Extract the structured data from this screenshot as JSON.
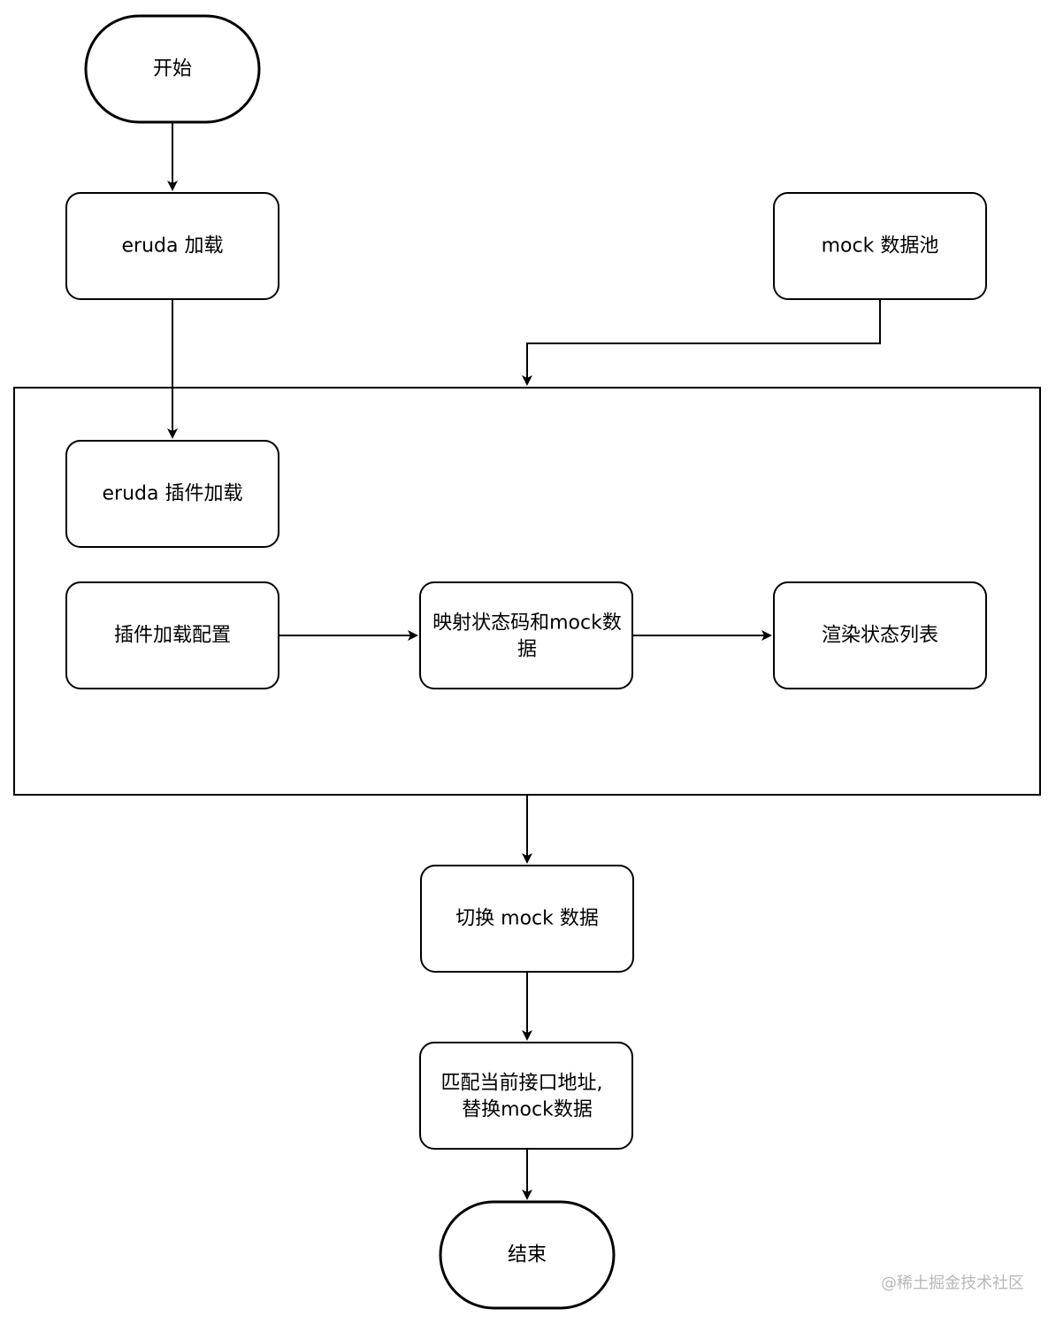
{
  "flowchart": {
    "nodes": {
      "start": {
        "lines": [
          "开始"
        ],
        "shape": "terminal"
      },
      "eruda_load": {
        "lines": [
          "eruda 加载"
        ],
        "shape": "process"
      },
      "mock_pool": {
        "lines": [
          "mock 数据池"
        ],
        "shape": "process"
      },
      "plugin_load": {
        "lines": [
          "eruda 插件加载"
        ],
        "shape": "process"
      },
      "plugin_config": {
        "lines": [
          "插件加载配置"
        ],
        "shape": "process"
      },
      "map_status": {
        "lines": [
          "映射状态码和mock数",
          "据"
        ],
        "shape": "process"
      },
      "render_list": {
        "lines": [
          "渲染状态列表"
        ],
        "shape": "process"
      },
      "switch_mock": {
        "lines": [
          "切换 mock 数据"
        ],
        "shape": "process"
      },
      "match_replace": {
        "lines": [
          "匹配当前接口地址,",
          "替换mock数据"
        ],
        "shape": "process"
      },
      "end": {
        "lines": [
          "结束"
        ],
        "shape": "terminal"
      }
    },
    "container": {
      "label": ""
    },
    "edges": [
      [
        "start",
        "eruda_load"
      ],
      [
        "eruda_load",
        "plugin_load"
      ],
      [
        "mock_pool",
        "container"
      ],
      [
        "plugin_config",
        "map_status"
      ],
      [
        "map_status",
        "render_list"
      ],
      [
        "container",
        "switch_mock"
      ],
      [
        "switch_mock",
        "match_replace"
      ],
      [
        "match_replace",
        "end"
      ]
    ],
    "colors": {
      "stroke": "#000000",
      "fill": "#ffffff",
      "watermark": "#b8b8b8"
    }
  },
  "watermark": {
    "text": "@稀土掘金技术社区"
  }
}
